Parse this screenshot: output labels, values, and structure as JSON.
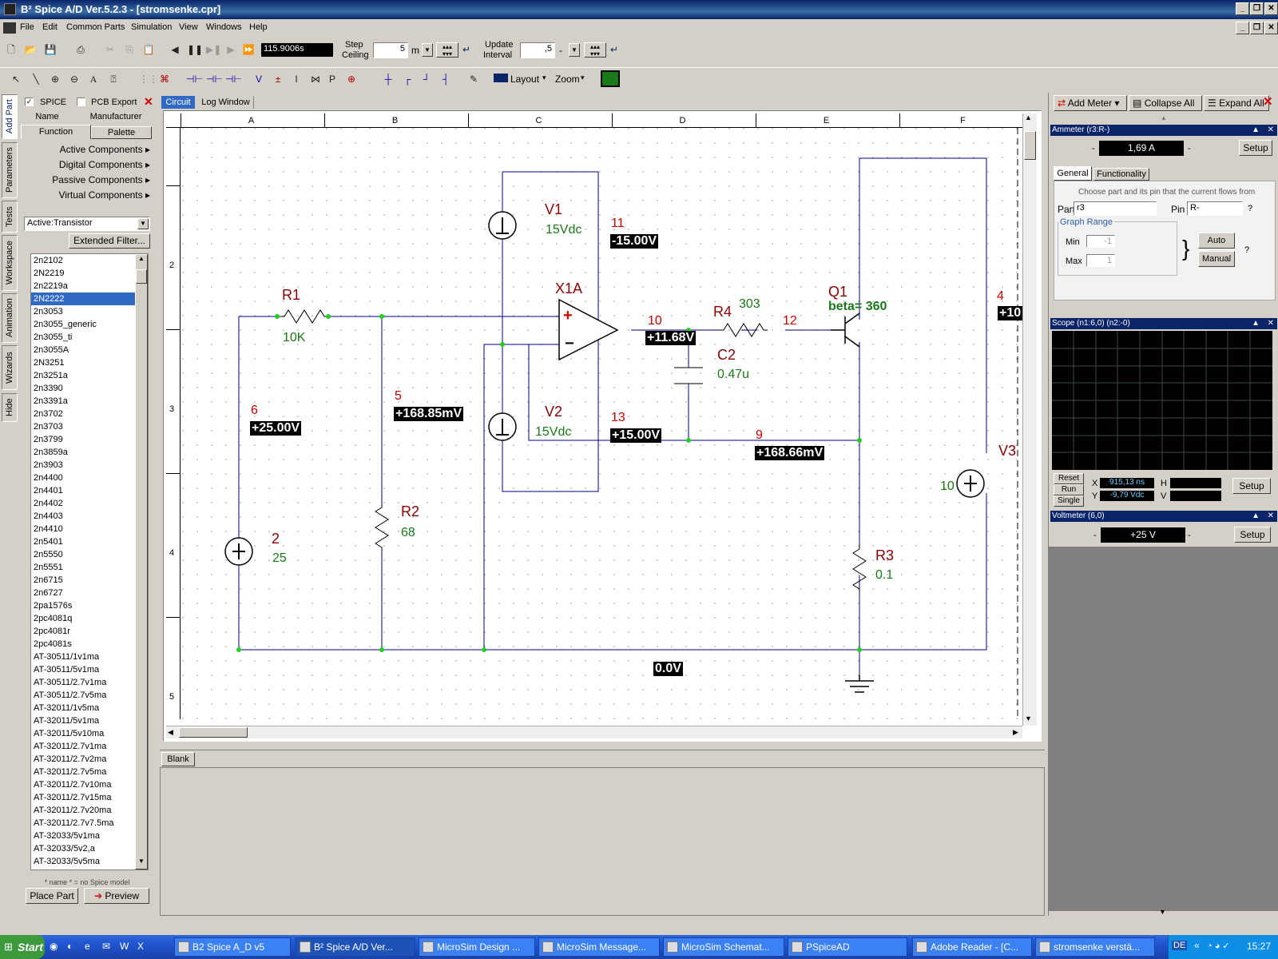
{
  "window": {
    "title": "B² Spice A/D Ver.5.2.3 - [stromsenke.cpr]"
  },
  "menu": [
    "File",
    "Edit",
    "Common Parts",
    "Simulation",
    "View",
    "Windows",
    "Help"
  ],
  "toolbar": {
    "time_value": "115.9006s",
    "step_ceiling_label1": "Step",
    "step_ceiling_label2": "Ceiling",
    "step_value": "5",
    "step_unit": "m",
    "update_label1": "Update",
    "update_label2": "Interval",
    "update_value": ",5",
    "update_unit": "-",
    "layout_label": "Layout",
    "zoom_label": "Zoom",
    "text_tool": "A",
    "i_tool": "I",
    "p_tool": "P"
  },
  "side_tabs": [
    "Add Part",
    "Parameters",
    "Tests",
    "Workspace",
    "Animation",
    "Wizards",
    "Hide"
  ],
  "left_panel": {
    "spice_label": "SPICE",
    "pcb_label": "PCB Export",
    "tabs": [
      "Name",
      "Manufacturer",
      "Function",
      "Palette"
    ],
    "categories": [
      "Active Components",
      "Digital Components",
      "Passive Components",
      "Virtual Components"
    ],
    "filter_value": "Active:Transistor",
    "extended_filter": "Extended Filter...",
    "parts": [
      "2n2102",
      "2N2219",
      "2n2219a",
      "2N2222",
      "2n3053",
      "2n3055_generic",
      "2n3055_ti",
      "2n3055A",
      "2N3251",
      "2n3251a",
      "2n3390",
      "2n3391a",
      "2n3702",
      "2n3703",
      "2n3799",
      "2n3859a",
      "2n3903",
      "2n4400",
      "2n4401",
      "2n4402",
      "2n4403",
      "2n4410",
      "2n5401",
      "2n5550",
      "2n5551",
      "2n6715",
      "2n6727",
      "2pa1576s",
      "2pc4081q",
      "2pc4081r",
      "2pc4081s",
      "AT-30511/1v1ma",
      "AT-30511/5v1ma",
      "AT-30511/2.7v1ma",
      "AT-30511/2.7v5ma",
      "AT-32011/1v5ma",
      "AT-32011/5v1ma",
      "AT-32011/5v10ma",
      "AT-32011/2.7v1ma",
      "AT-32011/2.7v2ma",
      "AT-32011/2.7v5ma",
      "AT-32011/2.7v10ma",
      "AT-32011/2.7v15ma",
      "AT-32011/2.7v20ma",
      "AT-32011/2.7v7.5ma",
      "AT-32033/5v1ma",
      "AT-32033/5v2,a",
      "AT-32033/5v5ma"
    ],
    "selected_part": "2N2222",
    "footnote": "* name * = no Spice model",
    "place_part": "Place Part",
    "preview": "Preview"
  },
  "doc_tabs": [
    "Circuit",
    "Log Window"
  ],
  "columns": [
    "A",
    "B",
    "C",
    "D",
    "E",
    "F"
  ],
  "rows": [
    "2",
    "3",
    "4",
    "5"
  ],
  "schematic": {
    "v1_name": "V1",
    "v1_val": "15Vdc",
    "v2_name": "V2",
    "v2_val": "15Vdc",
    "v3_name": "V3",
    "v3_val": "10",
    "src_name": "2",
    "src_val": "25",
    "r1_name": "R1",
    "r1_val": "10K",
    "r2_name": "R2",
    "r2_val": "68",
    "r3_name": "R3",
    "r3_val": "0.1",
    "r4_name": "R4",
    "r4_val": "303",
    "c2_name": "C2",
    "c2_val": "0.47u",
    "x1_name": "X1A",
    "q1_name": "Q1",
    "q1_val": "beta= 360",
    "n11": "11",
    "v11": "-15.00V",
    "n10": "10",
    "v10": "+11.68V",
    "n12": "12",
    "n6": "6",
    "v6": "+25.00V",
    "n5": "5",
    "v5": "+168.85mV",
    "n13": "13",
    "v13": "+15.00V",
    "n9": "9",
    "v9": "+168.66mV",
    "n4": "4",
    "v4": "+10",
    "v0": "0.0V"
  },
  "bottom_tab": "Blank",
  "right_panel": {
    "add_meter": "Add Meter",
    "collapse_all": "Collapse All",
    "expand_all": "Expand All",
    "ammeter_title": "Ammeter (r3:R-)",
    "ammeter_value": "1,69 A",
    "setup": "Setup",
    "tabs": [
      "General",
      "Functionality"
    ],
    "hint": "Choose part and its pin that the current flows from",
    "part_label": "Part",
    "part_value": "r3",
    "pin_label": "Pin",
    "pin_value": "R-",
    "graph_range": "Graph Range",
    "min_label": "Min",
    "min_value": "-1",
    "max_label": "Max",
    "max_value": "1",
    "auto": "Auto",
    "manual": "Manual",
    "scope_title": "Scope (n1:6,0) (n2:-0)",
    "reset": "Reset",
    "run": "Run",
    "single": "Single",
    "x_label": "X",
    "x_value": "915,13 ns",
    "y_label": "Y",
    "y_value": "-9,79 Vdc",
    "h_label": "H",
    "v_label": "V",
    "voltmeter_title": "Voltmeter (6,0)",
    "voltmeter_value": "+25  V"
  },
  "taskbar": {
    "start": "Start",
    "tasks": [
      "B2 Spice A_D v5",
      "B² Spice A/D Ver...",
      "MicroSim Design ...",
      "MicroSim Message...",
      "MicroSim Schemat...",
      "PSpiceAD",
      "Adobe Reader - [C...",
      "stromsenke verstä..."
    ],
    "lang": "DE",
    "clock": "15:27"
  },
  "colors": {
    "wire": "#00008b",
    "label_red": "#8b0000",
    "value_green": "#1a7a1a",
    "node_red": "#cc0000",
    "title": "#0a246a"
  }
}
